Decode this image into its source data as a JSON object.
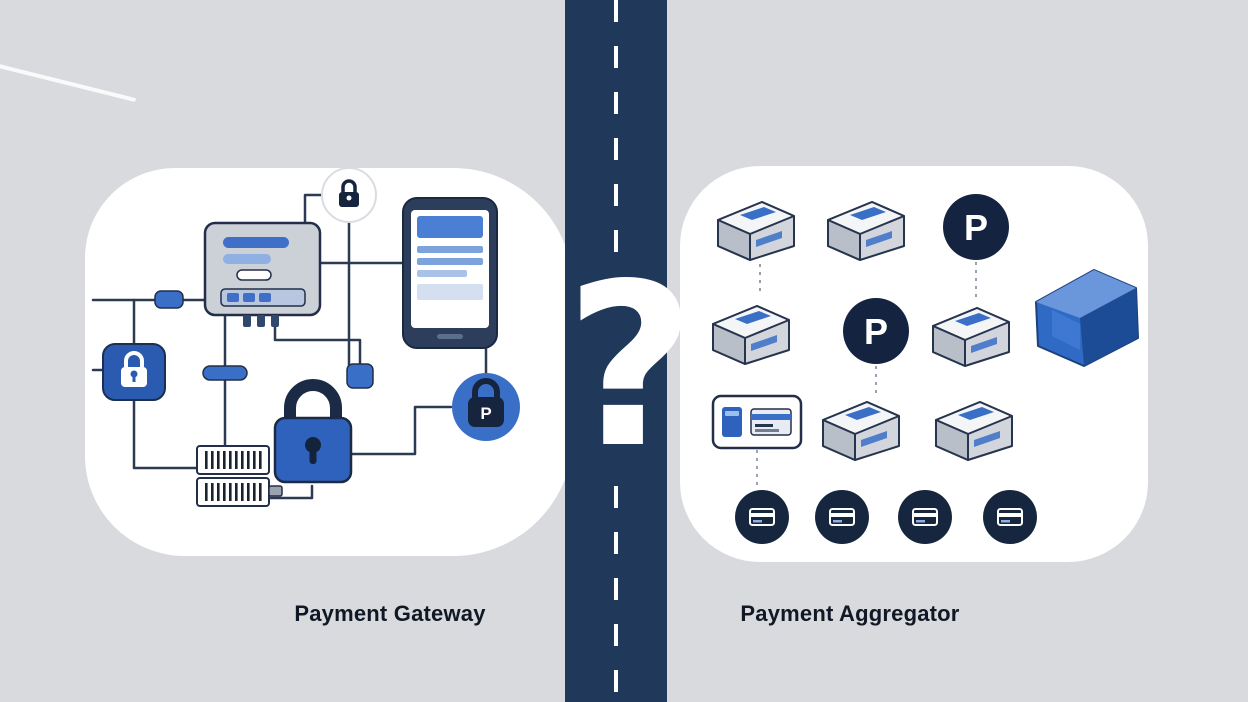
{
  "left_panel": {
    "label": "Payment Gateway",
    "icons": [
      "pos-terminal",
      "smartphone",
      "security-lock-badge",
      "secure-key-tile",
      "padlock",
      "secure-p-circle",
      "barcode-receipt",
      "cable-connectors"
    ]
  },
  "right_panel": {
    "label": "Payment Aggregator",
    "icons": [
      "wallet",
      "wallet",
      "p-badge",
      "wallet",
      "p-badge",
      "wallet",
      "blue-3d-wallet",
      "card-reader",
      "wallet",
      "wallet",
      "card-badge",
      "card-badge",
      "card-badge",
      "card-badge"
    ]
  },
  "divider": {
    "question_mark": "?"
  },
  "glyphs": {
    "p": "P"
  },
  "colors": {
    "background": "#d8dade",
    "divider": "#20395b",
    "panel": "#ffffff",
    "accent_blue": "#3a6fc8",
    "deep_blue": "#2f62bd",
    "navy": "#16243d",
    "outline": "#27344e",
    "dashed_line": "#ffffff"
  }
}
